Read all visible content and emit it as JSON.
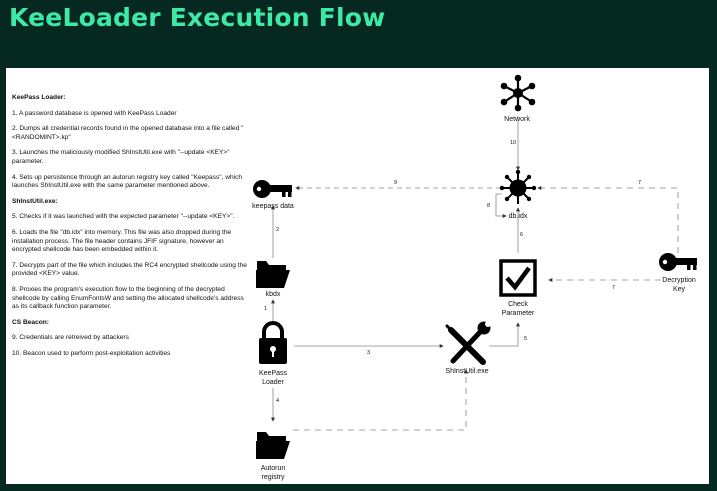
{
  "title": "KeeLoader Execution Flow",
  "steps": {
    "keepass_heading": "KeePass Loader:",
    "s1": "1.    A password database is opened with KeePass Loader",
    "s2": "2.    Dumps all credential records found in the opened database into a file called \"<RANDOMINT>.kp\"",
    "s3": "3.    Launches the maliciously modified ShInstUtil.exe with \"--update <KEY>\" parameter.",
    "s4": "4.    Sets up persistence through an autorun registry key called \"Keepass\", which launches ShInstUtil.exe with the same parameter mentioned above.",
    "shinst_heading": "ShInstUtil.exe:",
    "s5": "5.    Checks if it was launched with the expected parameter \"--update <KEY>\".",
    "s6": "6.    Loads the file \"db.idx\" into memory. This file was also dropped during the installation process. The file header contains JFIF signature, however an encrypted shellcode has been embedded within it.",
    "s7": "7.    Decrypts part of the file which includes the RC4 encrypted shellcode using the provided <KEY> value.",
    "s8": "8.    Proxies the program's execution flow to the beginning of the decrypted shellcode by calling EnumFontsW and setting the allocated shellcode's address as its callback function parameter.",
    "cs_heading": "CS Beacon:",
    "s9": "9. Credentials are retreived by attackers",
    "s10": "10. Beacon used to perform post-exploitation activities"
  },
  "nodes": {
    "network": "Network",
    "keepass_data": "keepass data",
    "db_idx": "db.idx",
    "kbdx": "kbdx",
    "check_parameter_1": "Check",
    "check_parameter_2": "Parameter",
    "decryption_key_1": "Decryption",
    "decryption_key_2": "Key",
    "keepass_loader_1": "KeePass",
    "keepass_loader_2": "Loader",
    "shinstutil": "ShInstUtil.exe",
    "autorun_1": "Autorun",
    "autorun_2": "registry"
  },
  "edges": {
    "e1": "1",
    "e2": "2",
    "e3": "3",
    "e4": "4",
    "e5": "5",
    "e6": "6",
    "e7a": "7",
    "e7b": "7",
    "e8": "8",
    "e9": "9",
    "e10": "10"
  },
  "icons": {
    "network": "network-hub-icon",
    "keepass_data": "key-icon",
    "db_idx": "virus-icon",
    "kbdx": "folder-icon",
    "check_parameter": "checkbox-icon",
    "decryption_key": "key-icon",
    "keepass_loader": "padlock-icon",
    "shinstutil": "tools-icon",
    "autorun": "folder-icon"
  },
  "colors": {
    "background": "#052820",
    "title": "#3ee8a7",
    "panel": "#ffffff",
    "ink": "#111111",
    "line": "#888888"
  }
}
